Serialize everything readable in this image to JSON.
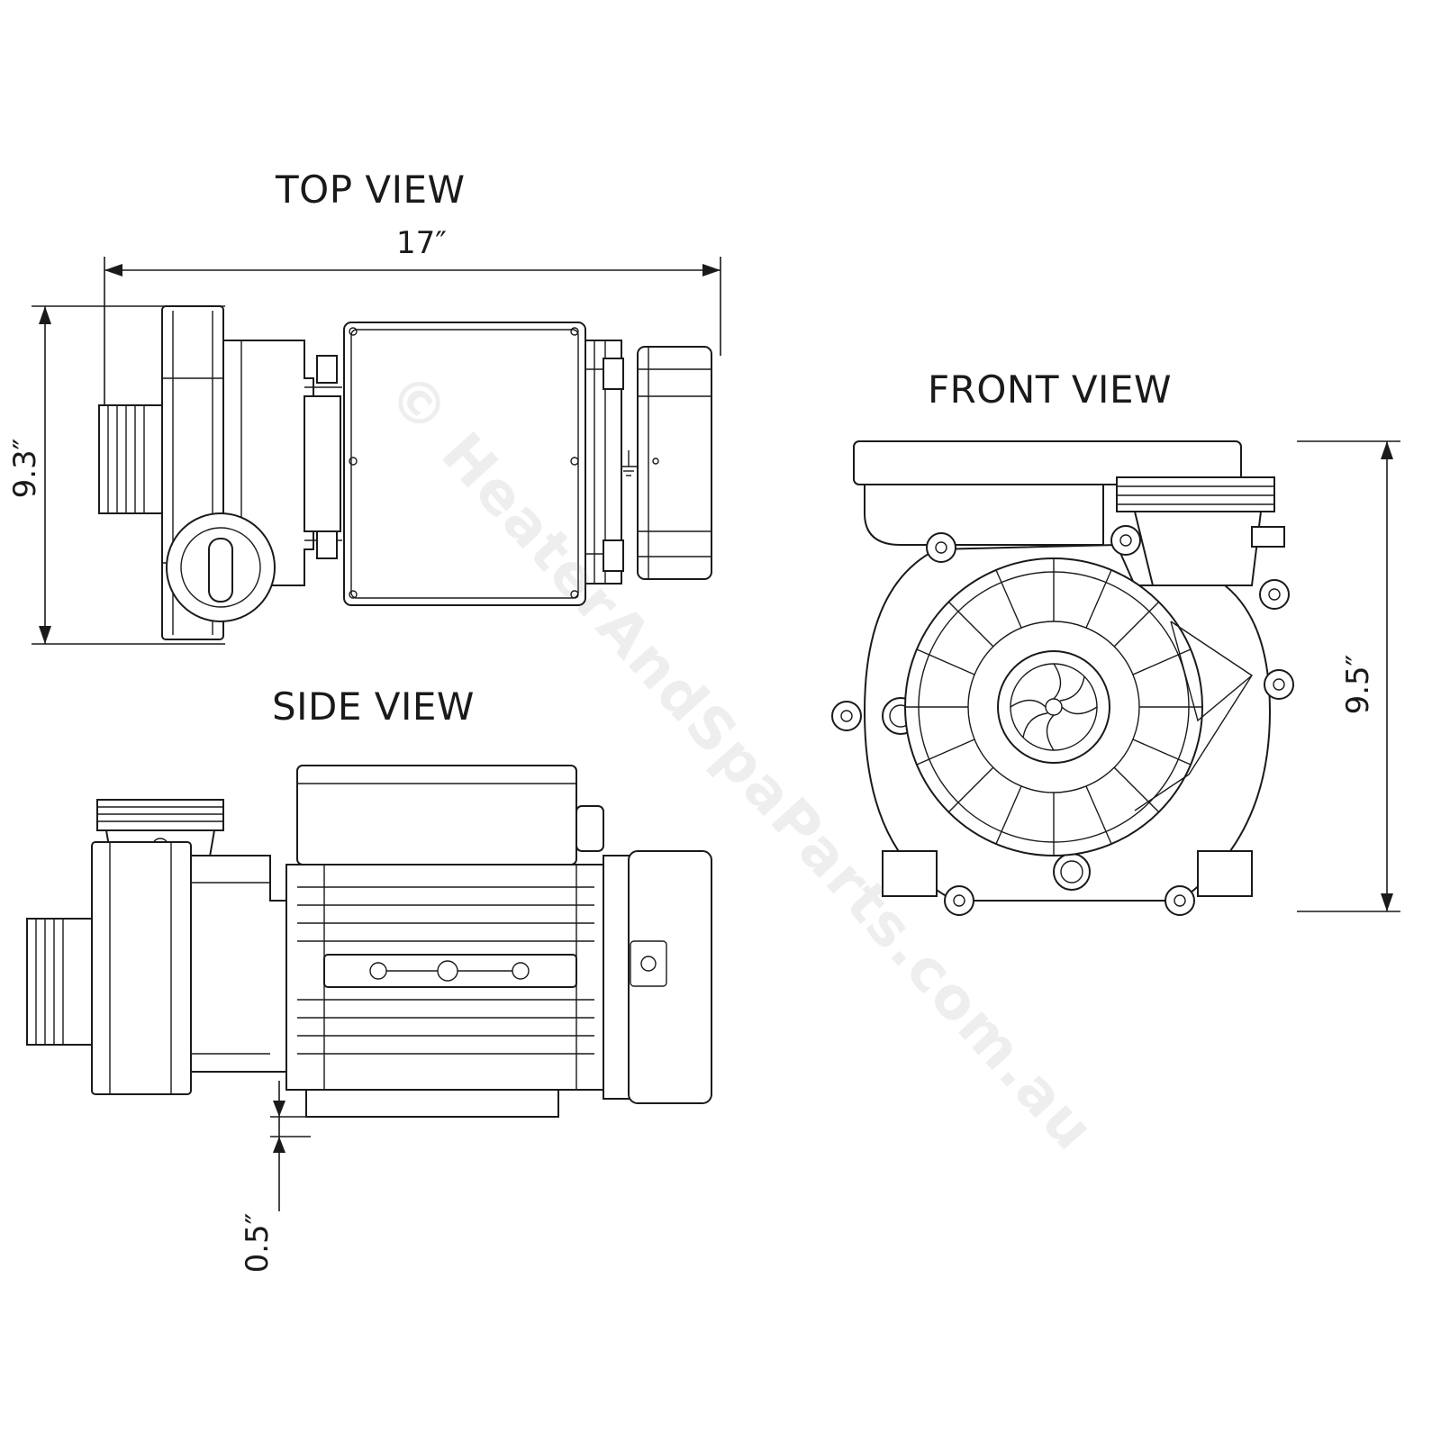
{
  "views": {
    "top": {
      "title": "TOP VIEW",
      "width_dim": "17″",
      "height_dim": "9.3″"
    },
    "side": {
      "title": "SIDE VIEW",
      "base_dim": "0.5″"
    },
    "front": {
      "title": "FRONT VIEW",
      "height_dim": "9.5″"
    }
  },
  "watermark": "© HeaterAndSpaParts.com.au",
  "colors": {
    "line": "#1a1a1a",
    "background": "#ffffff",
    "watermark": "#787878"
  }
}
